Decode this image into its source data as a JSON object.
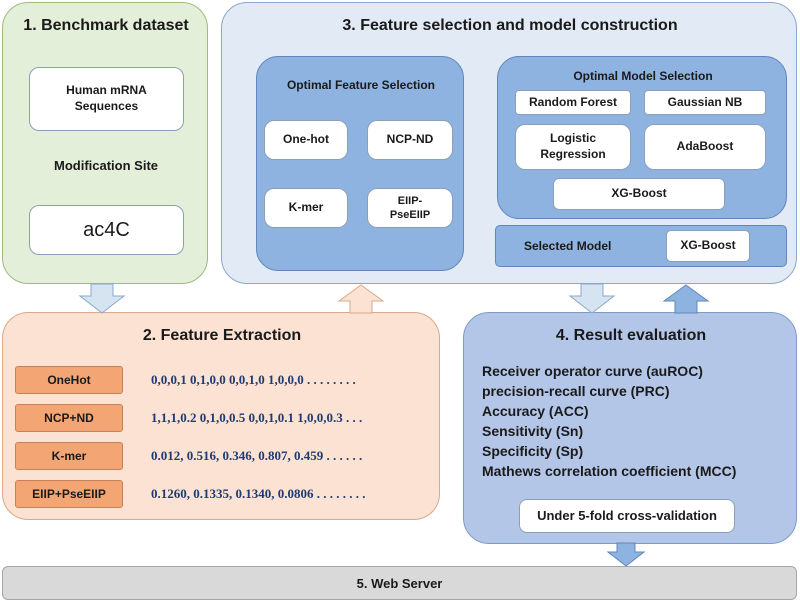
{
  "benchmark": {
    "title": "1. Benchmark dataset",
    "sequences": "Human mRNA\nSequences",
    "modification_label": "Modification Site",
    "site": "ac4C"
  },
  "feature_extraction": {
    "title": "2. Feature Extraction",
    "rows": [
      {
        "label": "OneHot",
        "vector": "0,0,0,1   0,1,0,0   0,0,1,0   1,0,0,0 . . . . . . . ."
      },
      {
        "label": "NCP+ND",
        "vector": "1,1,1,0.2   0,1,0,0.5  0,0,1,0.1  1,0,0,0.3 . . ."
      },
      {
        "label": "K-mer",
        "vector": "0.012, 0.516, 0.346, 0.807, 0.459 . . . . . ."
      },
      {
        "label": "EIIP+PseEIIP",
        "vector": "0.1260, 0.1335, 0.1340, 0.0806 . . . . . . . ."
      }
    ]
  },
  "feature_selection": {
    "title": "3. Feature selection and model construction",
    "optimal_feature": {
      "title": "Optimal Feature Selection",
      "items": [
        "One-hot",
        "NCP-ND",
        "K-mer",
        "EIIP-\nPseEIIP"
      ]
    },
    "optimal_model": {
      "title": "Optimal Model Selection",
      "items": [
        "Random Forest",
        "Gaussian NB",
        "Logistic\nRegression",
        "AdaBoost",
        "XG-Boost"
      ]
    },
    "selected_model": {
      "label": "Selected Model",
      "value": "XG-Boost"
    }
  },
  "result_evaluation": {
    "title": "4. Result evaluation",
    "metrics": [
      "Receiver operator curve (auROC)",
      "precision-recall curve (PRC)",
      "Accuracy (ACC)",
      "Sensitivity (Sn)",
      "Specificity (Sp)",
      "Mathews correlation coefficient (MCC)"
    ],
    "validation": "Under 5-fold cross-validation"
  },
  "web_server": {
    "label": "5. Web Server"
  },
  "colors": {
    "green_panel": "#e3efd8",
    "blue_panel": "#e1eaf5",
    "inner_blue": "#8fb3e0",
    "orange_panel": "#fbe2d2",
    "eval_panel": "#b3c6e7",
    "server_bar": "#d9d9d9"
  }
}
